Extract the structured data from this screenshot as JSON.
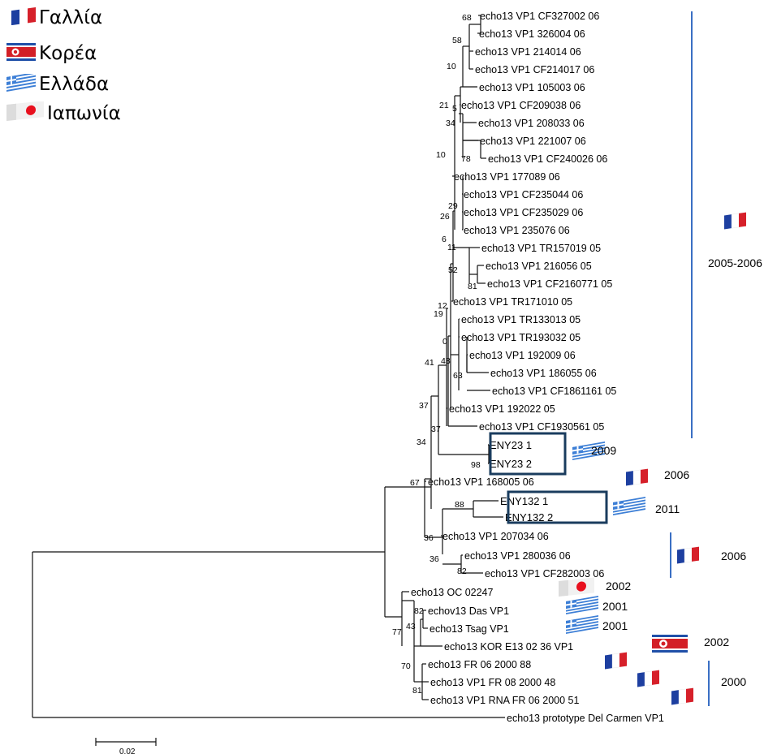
{
  "legend": [
    {
      "flag": "france",
      "label": "Γαλλία"
    },
    {
      "flag": "korea",
      "label": "Κορέα"
    },
    {
      "flag": "greece",
      "label": "Ελλάδα"
    },
    {
      "flag": "japan",
      "label": "Ιαπωνία"
    }
  ],
  "leaves": [
    "echo13 VP1 CF327002 06",
    "echo13 VP1 326004 06",
    "echo13 VP1 214014 06",
    "echo13 VP1 CF214017 06",
    "echo13 VP1 105003 06",
    "echo13 VP1 CF209038 06",
    "echo13 VP1 208033 06",
    "echo13 VP1 221007 06",
    "echo13 VP1 CF240026 06",
    "echo13 VP1 177089 06",
    "echo13 VP1 CF235044 06",
    "echo13 VP1 CF235029 06",
    "echo13 VP1 235076 06",
    "echo13 VP1 TR157019 05",
    "echo13 VP1 216056 05",
    "echo13 VP1 CF2160771 05",
    "echo13 VP1 TR171010 05",
    "echo13 VP1 TR133013 05",
    "echo13 VP1 TR193032 05",
    "echo13 VP1 192009 06",
    "echo13 VP1 186055 06",
    "echo13 VP1 CF1861161 05",
    "echo13 VP1 192022 05",
    "echo13 VP1 CF1930561 05",
    "ENY23 1",
    "ENY23 2",
    "echo13 VP1 168005 06",
    "ENY132 1",
    "ENY132 2",
    "echo13 VP1 207034 06",
    "echo13 VP1 280036 06",
    "echo13 VP1 CF282003 06",
    "echo13 OC 02247",
    "echov13 Das VP1",
    "echo13 Tsag VP1",
    "echo13 KOR E13 02 36 VP1",
    "echo13 FR 06 2000 88",
    "echo13 VP1 FR 08 2000 48",
    "echo13 VP1 RNA FR 06 2000 51",
    "echo13 prototype Del Carmen VP1"
  ],
  "bootstrap": [
    "68",
    "58",
    "10",
    "21",
    "5",
    "34",
    "78",
    "10",
    "29",
    "26",
    "6",
    "11",
    "52",
    "81",
    "12",
    "19",
    "0",
    "48",
    "63",
    "41",
    "37",
    "37",
    "34",
    "98",
    "67",
    "88",
    "36",
    "36",
    "82",
    "82",
    "43",
    "77",
    "70",
    "81"
  ],
  "annotations": {
    "group_2005_2006": "2005-2006",
    "eny23_year": "2009",
    "e168005_year": "2006",
    "eny132_year": "2011",
    "group_2006_year": "2006",
    "oc_year": "2002",
    "das_year": "2001",
    "tsag_year": "2001",
    "kor_year": "2002",
    "fr_2000_year": "2000"
  },
  "scale_bar": {
    "label": "0.02"
  },
  "colors": {
    "bracket": "#3a6fc4",
    "box": "#1a3c5e",
    "branch": "#111111"
  }
}
